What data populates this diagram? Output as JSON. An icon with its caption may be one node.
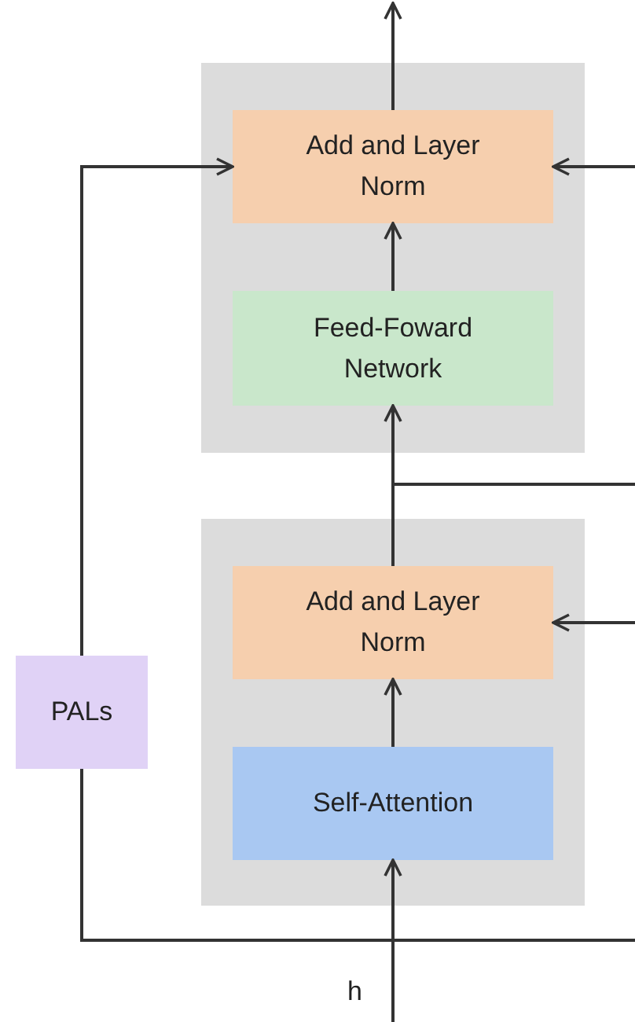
{
  "diagram": {
    "nodes": [
      {
        "text": [],
        "shape": "box"
      },
      {
        "text": [
          "Add and Layer Norm"
        ],
        "in": 0
      },
      {
        "text": [
          "Feed-Foward Network"
        ],
        "in": 0
      },
      {
        "text": [],
        "shape": "box"
      },
      {
        "text": [
          "Add and Layer Norm"
        ],
        "in": 3
      },
      {
        "text": [
          "Self-Attention"
        ],
        "in": 3
      },
      {
        "text": [
          "PALs"
        ]
      }
    ],
    "edges": [
      {
        "from": null,
        "to": 5,
        "arrow": "to"
      },
      {
        "from": 5,
        "to": 4,
        "arrow": "to"
      },
      {
        "from": 4,
        "to": 2,
        "arrow": "to"
      },
      {
        "from": 2,
        "to": 1,
        "arrow": "to"
      },
      {
        "from": 1,
        "to": null,
        "arrow": "to"
      },
      {
        "from": null,
        "to": 4,
        "arrow": "to"
      },
      {
        "from": null,
        "to": 1,
        "arrow": "to"
      },
      {
        "from": null,
        "to": 6,
        "arrow": "none"
      },
      {
        "from": 6,
        "to": 1,
        "arrow": "to"
      }
    ],
    "labels": [
      "h"
    ]
  }
}
